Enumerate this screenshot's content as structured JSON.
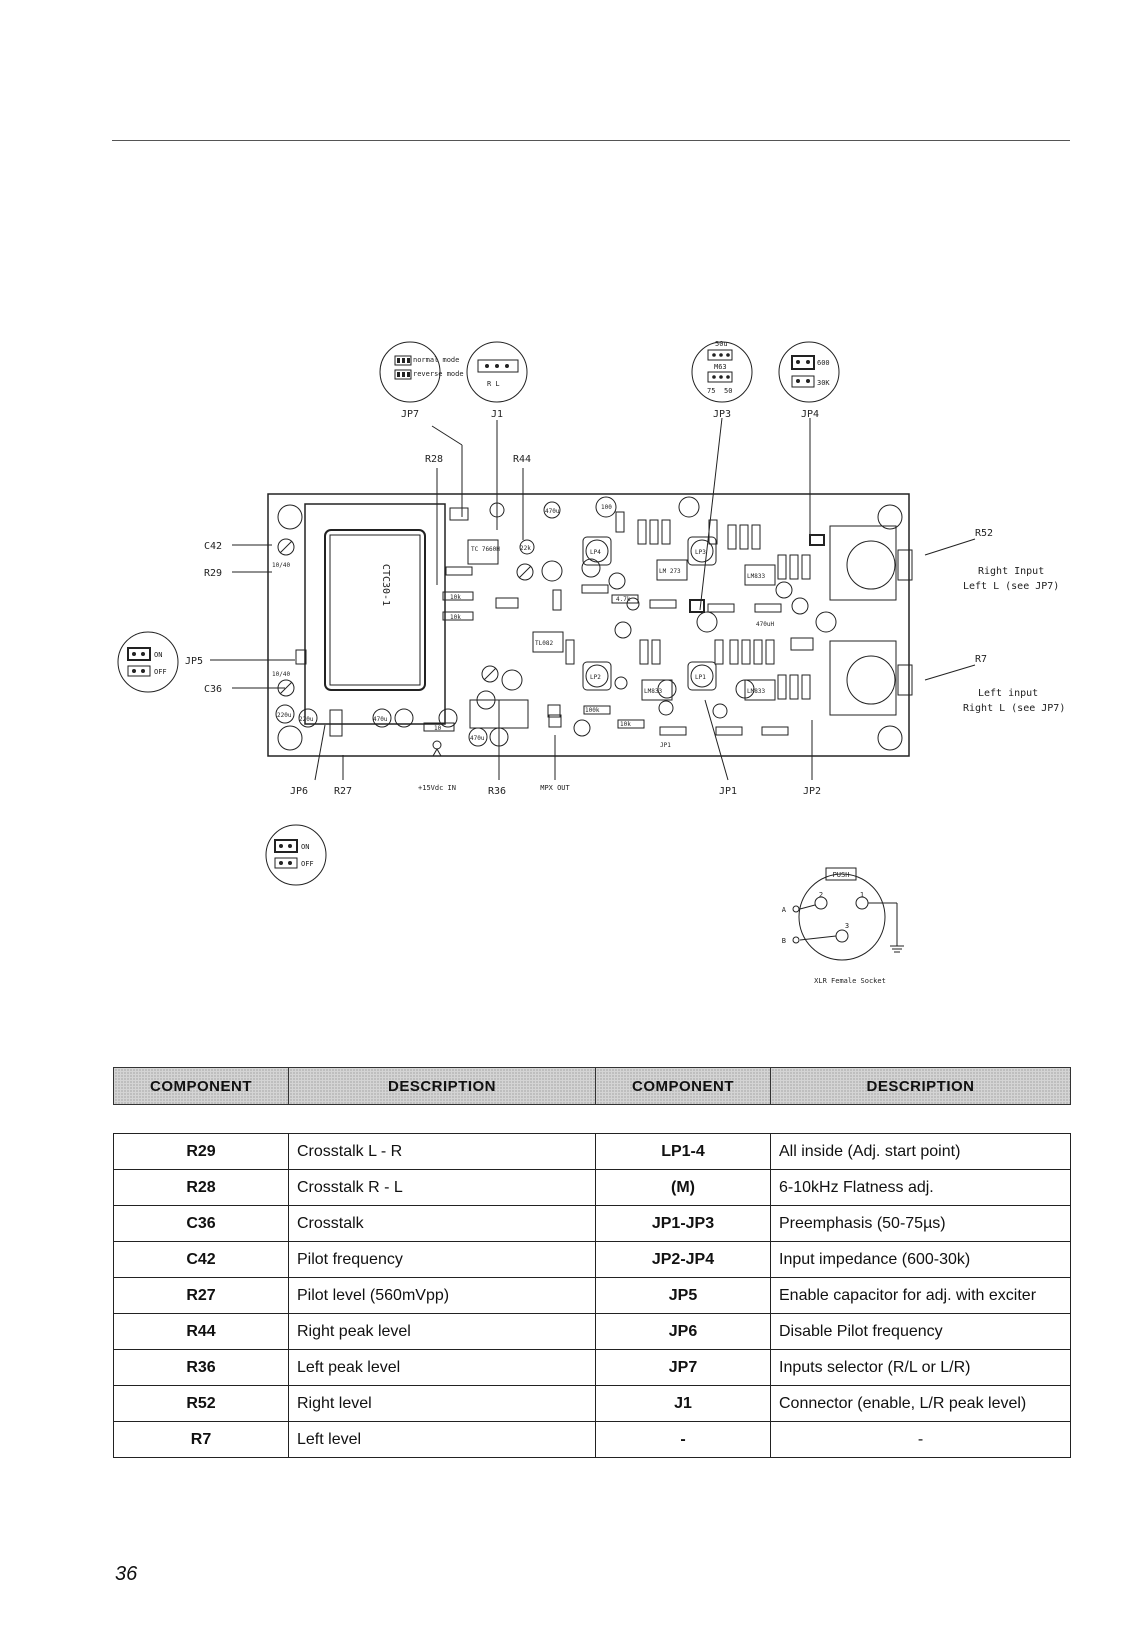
{
  "diagram": {
    "callouts": {
      "jp7": "JP7",
      "j1": "J1",
      "jp3": "JP3",
      "jp4": "JP4",
      "r28": "R28",
      "r44": "R44",
      "c42": "C42",
      "r29": "R29",
      "jp5": "JP5",
      "c36": "C36",
      "r52": "R52",
      "r7": "R7",
      "jp6": "JP6",
      "r27": "R27",
      "r36": "R36",
      "jp1": "JP1",
      "jp2": "JP2"
    },
    "jp7_opts": {
      "normal": "normal mode",
      "reverse": "reverse mode"
    },
    "j1_opts": "R L",
    "jp3_opts": {
      "top": "50u",
      "mid": "M63",
      "left": "75",
      "right": "50"
    },
    "jp4_opts": {
      "a": "600",
      "b": "30K"
    },
    "jp5_opts": {
      "on": "ON",
      "off": "OFF"
    },
    "jp6_opts": {
      "on": "ON",
      "off": "OFF"
    },
    "module_name": "CTC30-1",
    "inputs": {
      "right_title": "Right Input",
      "right_sub": "Left L (see JP7)",
      "left_title": "Left input",
      "left_sub": "Right L (see JP7)"
    },
    "power_label": "+15Vdc IN",
    "mpx_label": "MPX OUT",
    "xlr": {
      "push": "PUSH",
      "pin_a": "A",
      "pin_b": "B",
      "pin_1": "1",
      "pin_2": "2",
      "pin_3": "3",
      "caption": "XLR Female Socket"
    },
    "pcb_parts": {
      "u470_1": "470u",
      "u100": "100",
      "lp4": "LP4",
      "lp3": "LP3",
      "lp2": "LP2",
      "lp1": "LP1",
      "lm273": "LM 273",
      "tl082": "TL082",
      "lm833a": "LM833",
      "lm833b": "LM833",
      "lm833c": "LM833",
      "k10a": "10k",
      "k10b": "10k",
      "k22": "22k",
      "u220": "220u",
      "v10": "10",
      "tc": "TC 7660H",
      "k47": "4.7k",
      "k100": "100k",
      "uh470": "470uH",
      "j1tag": "JP1",
      "r10k": "10k",
      "u470_2": "470u",
      "u470_3": "470u",
      "u220b": "220u",
      "c10_40a": "10/40",
      "c10_40b": "10/40"
    }
  },
  "table": {
    "headers": [
      "COMPONENT",
      "DESCRIPTION",
      "COMPONENT",
      "DESCRIPTION"
    ],
    "rows": [
      {
        "c1": "R29",
        "d1": "Crosstalk L - R",
        "c2": "LP1-4",
        "d2": "All inside (Adj. start point)"
      },
      {
        "c1": "R28",
        "d1": "Crosstalk R - L",
        "c2": "(M)",
        "d2": "6-10kHz Flatness adj."
      },
      {
        "c1": "C36",
        "d1": "Crosstalk",
        "c2": "JP1-JP3",
        "d2": "Preemphasis (50-75µs)"
      },
      {
        "c1": "C42",
        "d1": "Pilot frequency",
        "c2": "JP2-JP4",
        "d2": "Input impedance (600-30k)"
      },
      {
        "c1": "R27",
        "d1": "Pilot level (560mVpp)",
        "c2": "JP5",
        "d2": "Enable capacitor for adj. with exciter"
      },
      {
        "c1": "R44",
        "d1": "Right peak level",
        "c2": "JP6",
        "d2": "Disable Pilot frequency"
      },
      {
        "c1": "R36",
        "d1": "Left peak level",
        "c2": "JP7",
        "d2": "Inputs selector (R/L or L/R)"
      },
      {
        "c1": "R52",
        "d1": "Right level",
        "c2": "J1",
        "d2": "Connector (enable, L/R peak level)"
      },
      {
        "c1": "R7",
        "d1": "Left level",
        "c2": "-",
        "d2": "-"
      }
    ]
  },
  "page_number": "36"
}
